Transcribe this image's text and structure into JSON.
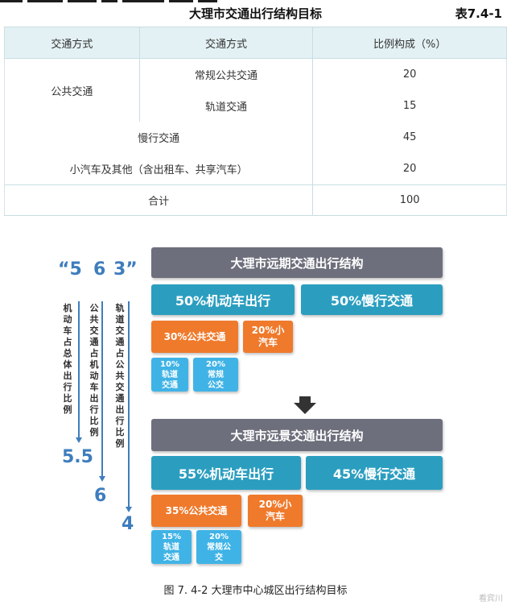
{
  "table": {
    "title": "大理市交通出行结构目标",
    "table_no": "表7.4-1",
    "headers": [
      "交通方式",
      "交通方式",
      "比例构成（%）"
    ],
    "rows": {
      "public": "公共交通",
      "bus": "常规公共交通",
      "bus_val": "20",
      "rail": "轨道交通",
      "rail_val": "15",
      "slow": "慢行交通",
      "slow_val": "45",
      "car": "小汽车及其他（含出租车、共享汽车）",
      "car_val": "20",
      "total": "合计",
      "total_val": "100"
    }
  },
  "figure": {
    "quote_nums": [
      "“5",
      "6",
      "3”"
    ],
    "vlabels": [
      "机动车占总体出行比例",
      "公共交通占机动车出行比例",
      "轨道交通占公共交通出行比例"
    ],
    "end_nums": [
      "5.5",
      "6",
      "4"
    ],
    "near": {
      "title": "大理市远期交通出行结构",
      "motor": "50%机动车出行",
      "slow": "50%慢行交通",
      "public": "30%公共交通",
      "car_a": "20%小",
      "car_b": "汽车",
      "rail_a": "10%",
      "rail_b": "轨道",
      "rail_c": "交通",
      "bus_a": "20%",
      "bus_b": "常规",
      "bus_c": "公交"
    },
    "far": {
      "title": "大理市远景交通出行结构",
      "motor": "55%机动车出行",
      "slow": "45%慢行交通",
      "public": "35%公共交通",
      "car_a": "20%小",
      "car_b": "汽车",
      "rail_a": "15%",
      "rail_b": "轨道",
      "rail_c": "交通",
      "bus_a": "20%",
      "bus_b": "常规公",
      "bus_c": "交"
    },
    "caption": "图 7. 4-2 大理市中心城区出行结构目标",
    "watermark": "看宾川"
  }
}
